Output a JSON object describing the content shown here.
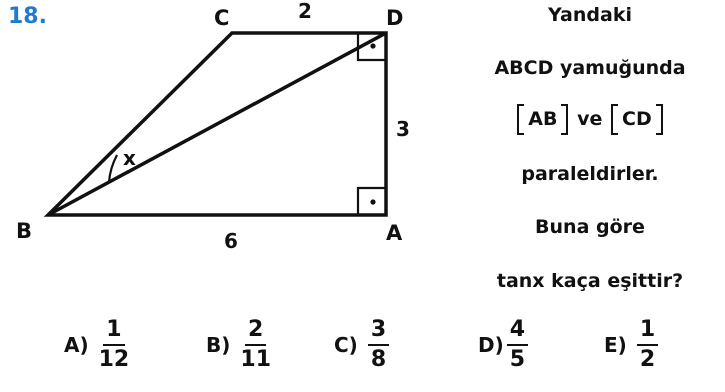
{
  "question": {
    "number": "18.",
    "text_lines": [
      "Yandaki",
      "ABCD yamuğunda",
      "paraleldirler.",
      "Buna göre",
      "tanx  kaça eşittir?"
    ],
    "segment_ab": "AB",
    "segment_connector": "ve",
    "segment_cd": "CD"
  },
  "figure": {
    "vertices": {
      "A": "A",
      "B": "B",
      "C": "C",
      "D": "D"
    },
    "measures": {
      "cd": "2",
      "da": "3",
      "ab": "6"
    },
    "angle_label": "x"
  },
  "choices": [
    {
      "label": "A)",
      "num": "1",
      "den": "12"
    },
    {
      "label": "B)",
      "num": "2",
      "den": "11"
    },
    {
      "label": "C)",
      "num": "3",
      "den": "8"
    },
    {
      "label": "D)",
      "num": "4",
      "den": "5"
    },
    {
      "label": "E)",
      "num": "1",
      "den": "2"
    }
  ]
}
